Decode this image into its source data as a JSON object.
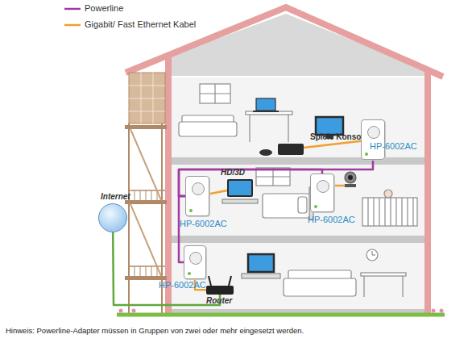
{
  "diagram": {
    "caption": "Hinweis: Powerline-Adapter müssen in Gruppen von zwei oder mehr eingesetzt werden.",
    "nodes": [
      {
        "text": [
          "Spiele Konsole"
        ]
      },
      {
        "text": [
          "HP-6002AC"
        ]
      },
      {
        "text": [
          "HD/3D"
        ]
      },
      {
        "text": [
          "HP-6002AC"
        ]
      },
      {
        "text": [
          "HP-6002AC"
        ]
      },
      {
        "text": [
          "Internet"
        ]
      },
      {
        "text": [
          "HP-6002AC"
        ]
      },
      {
        "text": [
          "Router"
        ]
      }
    ],
    "edges": [
      {
        "from": 5,
        "to": 7,
        "arrow": "none"
      },
      {
        "from": 7,
        "to": 6,
        "arrow": "none"
      },
      {
        "from": 6,
        "to": 3,
        "arrow": "none"
      },
      {
        "from": 3,
        "to": 4,
        "arrow": "none"
      },
      {
        "from": 3,
        "to": 1,
        "arrow": "none"
      },
      {
        "from": 3,
        "to": 2,
        "arrow": "none"
      },
      {
        "from": 1,
        "to": 0,
        "arrow": "none"
      }
    ],
    "legend": [
      {
        "text": "Powerline"
      },
      {
        "text": "Gigabit/ Fast Ethernet Kabel"
      }
    ]
  }
}
